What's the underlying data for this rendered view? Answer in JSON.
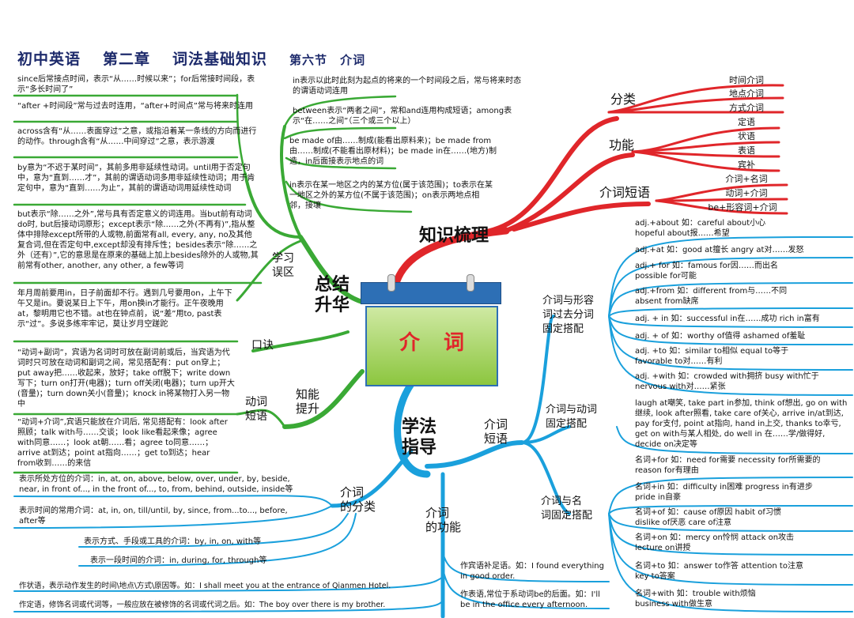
{
  "title": {
    "main": "初中英语",
    "chapter": "第二章",
    "topic": "词法基础知识",
    "section": "第六节",
    "sectiontopic": "介词"
  },
  "colors": {
    "red": "#e0262a",
    "green": "#3aa935",
    "blue": "#1aa0dc",
    "navy": "#1d2a6b"
  },
  "center": "介词",
  "knowledge": {
    "label": "知识梳理",
    "fenlei": "分类",
    "gongneng": "功能",
    "duanyu": "介词短语",
    "fenlei_items": [
      "时间介词",
      "地点介词",
      "方式介词"
    ],
    "gongneng_items": [
      "定语",
      "状语",
      "表语",
      "宾补"
    ],
    "duanyu_items": [
      "介词+名词",
      "动词+介词",
      "be+形容词+介词"
    ]
  },
  "summary": {
    "label": "总结\n升华",
    "xuexi": "学习\n误区",
    "koujue": "口诀",
    "dongci": "动词\n短语",
    "zhineng": "知能\n提升",
    "left_blocks": [
      "since后常接点时间，表示“从……时候以来”；for后常接时间段，表示“多长时间了”",
      "“after +时间段”常与过去时连用，“after+时间点”常与将来时连用",
      "across含有“从……表面穿过”之意，或指沿着某一条线的方向而进行的动作。through含有“从……中间穿过”之意，表示游渡",
      "by意为“不迟于某时间”，其前多用非延续性动词。until用于否定句中，意为“直到……才”，其前的谓语动词多用非延续性动词；用于肯定句中，意为“直到……为止”，其前的谓语动词用延续性动词",
      "but表示“除……之外”,常与具有否定意义的词连用。当but前有动词do时, but后接动词原形；except表示“除……之外(不再有)”,指从整体中排除except所带的人或物,前面常有all, every, any, no及其他复合词,但在否定句中,except却没有排斥性；besides表示“除……之外（还有）”,它的意思是在原来的基础上加上besides除外的人或物,其前常有other, another, any other, a few等词",
      "年月周前要用in，日子前面却不行。遇到几号要用on，上午下午又是in。要说某日上下午，用on换in才能行。正午夜晚用at，黎明用它也不错。at也在钟点前，说“差”用to, past表示“过”。多说多练牢牢记，莫让岁月空蹉跎",
      "“动词+副词”，宾语为名词时可放在副词前或后，当宾语为代词时只可放在动词和副词之间，常见搭配有：put on穿上；put away把……收起来，放好；take off脱下；write down写下；turn on打开(电器)；turn off关闭(电器)；turn up开大(音量)；turn down关小(音量)；knock in将某物打入另一物中",
      "“动词+介词”,宾语只能放在介词后, 常见搭配有：look after照顾；talk with与……交谈；look like看起来像；agree with同意……；look at朝……看；agree to同意……；arrive at到达；point at指向……；get to到达；hear from收到……的来信"
    ],
    "mid_blocks": [
      "in表示以此时此刻为起点的将来的一个时间段之后，常与将来时态的谓语动词连用",
      "between表示“两者之间”，常和and连用构成短语；among表示“在……之间”（三个或三个以上）",
      "be made of由……制成(能看出原料来)；be made from由……制成(不能看出原材料)；be made in在……(地方)制造，in后面接表示地点的词",
      "in表示在某一地区之内的某方位(属于该范围)；to表示在某一地区之外的某方位(不属于该范围)；on表示两地点相邻，接壤"
    ]
  },
  "method": {
    "label": "学法\n指导",
    "duanyu": "介词\n短语",
    "fenlei": "介词\n的分类",
    "gongneng": "介词\n的功能",
    "adj_label": "介词与形容\n词过去分词\n固定搭配",
    "verb_label": "介词与动词\n固定搭配",
    "noun_label": "介词与名\n词固定搭配",
    "adj_items": [
      "adj.+about 如：careful about小心\nhopeful about报……希望",
      "adj.+at 如：good at擅长   angry at对……发怒",
      "adj.+ for 如：famous for因……而出名\npossible for可能",
      "adj.+from 如：different from与……不同\nabsent from缺席",
      "adj. + in 如：successful in在……成功   rich in富有",
      "adj. + of 如：worthy of值得   ashamed of羞耻",
      "adj. +to 如：similar to相似  equal to等于\nfavorable to对……有利",
      "adj. +with 如：crowded with拥挤   busy with忙于\nnervous with对……紧张"
    ],
    "verb_text": "laugh at嘲笑, take part in参加, think of想出, go on with继续, look after照看, take care of关心, arrive in/at到达, pay for支付, point at指向, hand in上交, thanks to幸亏, get on with与某人相处, do well in 在……学/做得好, decide on决定等",
    "noun_items": [
      "名词+for 如：need for需要   necessity for所需要的\n reason for有理由",
      "名词+in 如：difficulty in困难   progress in有进步\npride in自豪",
      "名词+of 如：cause of原因  habit of习惯\n dislike of厌恶  care of注意",
      "名词+on 如：mercy on怜悯  attack on攻击\n lecture on讲授",
      "名词+to 如：answer to作答   attention to注意\nkey to答案",
      "名词+with  如：trouble with烦恼\n                       business with做生意"
    ],
    "fenlei_items": [
      "表示所处方位的介词：in, at, on, above, below, over, under, by, beside, near, in front of..., in the front of..., to, from, behind, outside, inside等",
      "表示时间的常用介词：at, in, on, till/until, by, since, from...to..., before, after等",
      "表示方式、手段或工具的介词：by, in, on, with等",
      "表示一段时间的介词：in, during, for, through等"
    ],
    "gongneng_items": [
      "作宾语补足语。如：I found everything in good order.",
      "作表语,常位于系动词be的后面。如：I'll be in the office every afternoon.",
      "作状语，表示动作发生的时间\\地点\\方式\\原因等。如：I shall meet you at the entrance of Qianmen Hotel.",
      "作定语，修饰名词或代词等，一般应放在被修饰的名词或代词之后。如：The boy over there is my brother."
    ]
  }
}
